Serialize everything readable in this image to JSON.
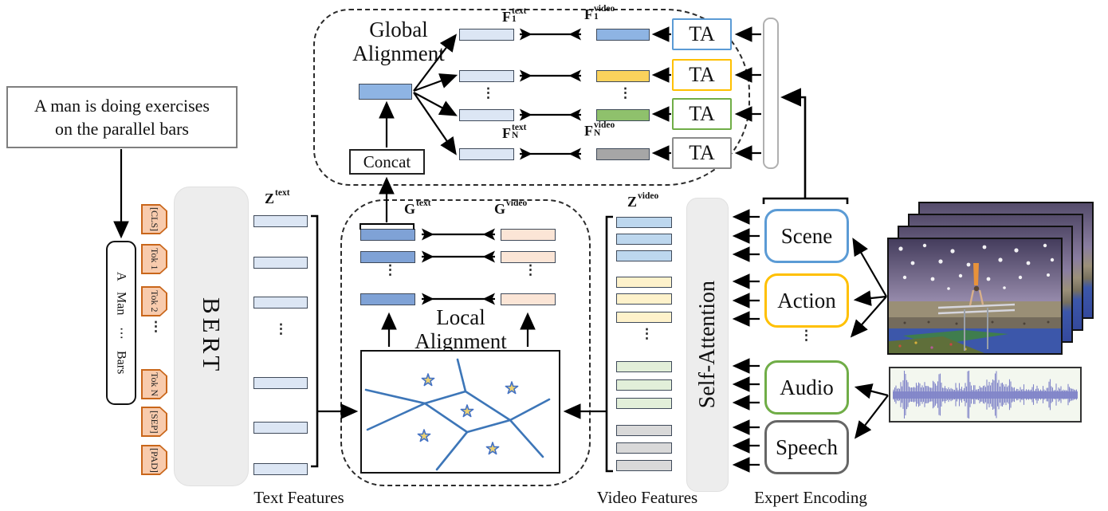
{
  "dots": "⋮",
  "palette": {
    "scene_blue": "#5B9BD5",
    "action_yellow": "#FFC000",
    "audio_green": "#70AD47",
    "speech_gray": "#7F7F7F",
    "token_fill": "#F8CBAD",
    "token_border": "#C9661A",
    "text_feature_light_blue": "#DCE6F4",
    "hub_medium_blue": "#8EB4E3",
    "g_video_peach": "#FBE5D6",
    "video_bar_blue": "#BDD7EE",
    "video_bar_yellow": "#FEF2CB",
    "video_bar_green": "#E2EFD9",
    "video_bar_gray": "#D9D9D9",
    "panel_gray": "#EDEDED",
    "waveform_purple": "#8286C9",
    "voronoi_line_blue": "#3D76B8"
  },
  "caption_box": {
    "line1": "A man is doing exercises",
    "line2": "on the parallel bars"
  },
  "sentence_box": {
    "tokens": [
      "A",
      "Man",
      "⋯",
      "Bars"
    ]
  },
  "tokens": {
    "items": [
      "[CLS]",
      "Tok 1",
      "Tok 2",
      "Tok N",
      "[SEP]",
      "[PAD]"
    ]
  },
  "bert": {
    "label": "BERT"
  },
  "text_features": {
    "label": {
      "base": "Z",
      "sup": "text"
    },
    "caption": "Text Features"
  },
  "global_alignment": {
    "title_line1": "Global",
    "title_line2": "Alignment",
    "concat_label": "Concat",
    "ta_label": "TA",
    "f1_text": {
      "base": "F",
      "sub": "1",
      "sup": "text"
    },
    "f1_video": {
      "base": "F",
      "sub": "1",
      "sup": "video"
    },
    "fn_text": {
      "base": "F",
      "sub": "N",
      "sup": "text"
    },
    "fn_video": {
      "base": "F",
      "sub": "N",
      "sup": "video"
    }
  },
  "local_alignment": {
    "title_line1": "Local",
    "title_line2": "Alignment",
    "g_text": {
      "base": "G",
      "sup": "text"
    },
    "g_video": {
      "base": "G",
      "sup": "video"
    }
  },
  "video_features": {
    "label": {
      "base": "Z",
      "sup": "video"
    },
    "caption": "Video Features"
  },
  "self_attention": {
    "label": "Self-Attention"
  },
  "experts": {
    "caption": "Expert Encoding",
    "items": [
      "Scene",
      "Action",
      "Audio",
      "Speech"
    ]
  }
}
